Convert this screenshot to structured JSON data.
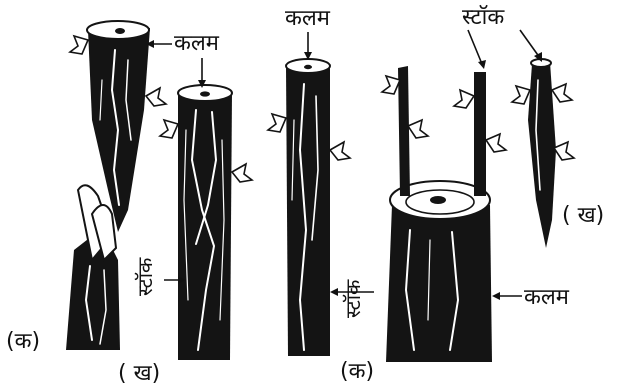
{
  "labels": {
    "kalam_1": "कलम",
    "kalam_2": "कलम",
    "kalam_3": "कलम",
    "stock_top": "स्टॉक",
    "stock_v1": "स्टॉक",
    "stock_v2": "स्टॉक",
    "ka_1": "(क)",
    "kha_1": "( ख)",
    "ka_2": "(क)",
    "kha_2": "( ख)"
  },
  "colors": {
    "bark": "#141414",
    "background": "#ffffff"
  }
}
